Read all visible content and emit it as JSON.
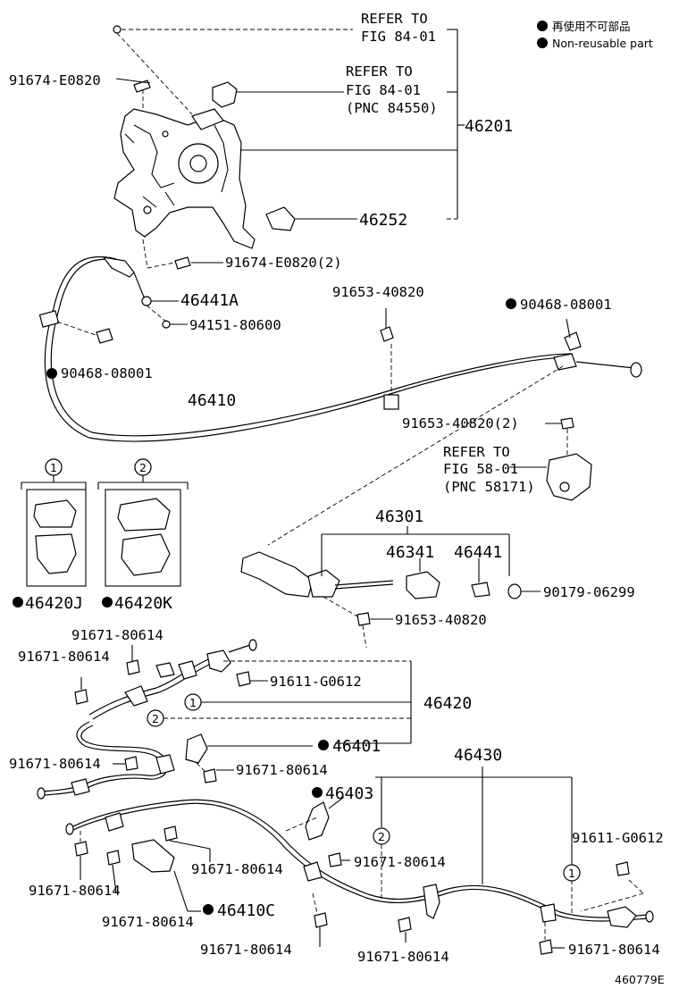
{
  "legend": {
    "jp": "再使用不可部品",
    "en": "Non-reusable part"
  },
  "refs": {
    "r1": [
      "REFER TO",
      "FIG 84-01"
    ],
    "r2": [
      "REFER TO",
      "FIG 84-01",
      "(PNC 84550)"
    ],
    "r3": [
      "REFER TO",
      "FIG 58-01",
      "(PNC 58171)"
    ]
  },
  "labels": {
    "p91674_e0820_a": "91674-E0820",
    "p46201": "46201",
    "p46252": "46252",
    "p91674_e0820_b": "91674-E0820(2)",
    "p46441a": "46441A",
    "p94151": "94151-80600",
    "p90468_a": "90468-08001",
    "p91653_a": "91653-40820",
    "p90468_b": "90468-08001",
    "p46410": "46410",
    "p91653_b": "91653-40820(2)",
    "p46420j": "46420J",
    "p46420k": "46420K",
    "p46301": "46301",
    "p46341": "46341",
    "p46441": "46441",
    "p90179": "90179-06299",
    "p91653_c": "91653-40820",
    "p91671_a": "91671-80614",
    "p91671_b": "91671-80614",
    "p91611_a": "91611-G0612",
    "p46420": "46420",
    "p46401": "46401",
    "p91671_c": "91671-80614",
    "p91671_d": "91671-80614",
    "p46430": "46430",
    "p46403": "46403",
    "p91611_b": "91611-G0612",
    "p91671_e": "91671-80614",
    "p91671_f": "91671-80614",
    "p91671_g": "91671-80614",
    "p46410c": "46410C",
    "p91671_h": "91671-80614",
    "p91671_i": "91671-80614",
    "p91671_j": "91671-80614",
    "p91671_k": "91671-80614"
  },
  "circles": {
    "one": "1",
    "two": "2"
  },
  "figure_id": "460779E"
}
